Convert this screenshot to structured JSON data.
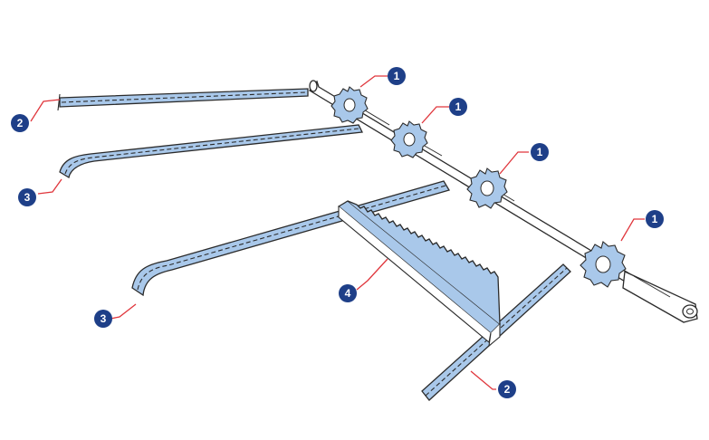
{
  "colors": {
    "part_fill": "#a9c8ea",
    "outline": "#2b2b2b",
    "leader_line": "#e0363c",
    "badge_fill": "#1e3f88",
    "badge_text": "#ffffff"
  },
  "callouts": [
    {
      "id": "badge-1a",
      "label": "1"
    },
    {
      "id": "badge-1b",
      "label": "1"
    },
    {
      "id": "badge-1c",
      "label": "1"
    },
    {
      "id": "badge-1d",
      "label": "1"
    },
    {
      "id": "badge-2a",
      "label": "2"
    },
    {
      "id": "badge-2b",
      "label": "2"
    },
    {
      "id": "badge-3a",
      "label": "3"
    },
    {
      "id": "badge-3b",
      "label": "3"
    },
    {
      "id": "badge-4",
      "label": "4"
    }
  ]
}
